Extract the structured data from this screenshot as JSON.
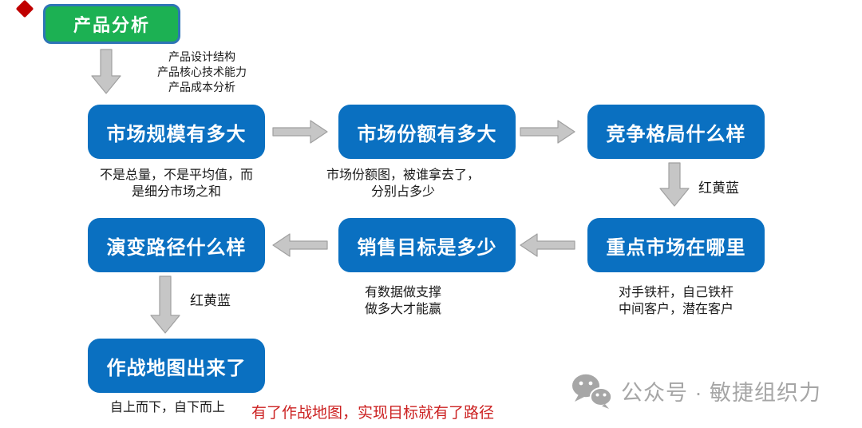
{
  "colors": {
    "blue": "#0A70C1",
    "green": "#1CB153",
    "green_border": "#2E75B6",
    "arrow_fill": "#C6C6C6",
    "arrow_stroke": "#A0A0A0",
    "text": "#1A1A1A",
    "red_note": "#CC2222",
    "footer_gray": "#A6A6A6",
    "diamond": "#C00000"
  },
  "flow": {
    "start_label": "产品分析",
    "start_note": "产品设计结构\n产品核心技术能力\n产品成本分析",
    "row1": [
      {
        "label": "市场规模有多大",
        "caption": "不是总量，不是平均值，而\n是细分市场之和"
      },
      {
        "label": "市场份额有多大",
        "caption": "市场份额图，被谁拿去了，\n分别占多少"
      },
      {
        "label": "竞争格局什么样"
      }
    ],
    "row1_edge_label": "红黄蓝",
    "row2": [
      {
        "label": "演变路径什么样"
      },
      {
        "label": "销售目标是多少",
        "caption": "有数据做支撑\n做多大才能赢"
      },
      {
        "label": "重点市场在哪里",
        "caption": "对手铁杆，自己铁杆\n中间客户，潜在客户"
      }
    ],
    "row2_edge_label": "红黄蓝",
    "final_label": "作战地图出来了",
    "final_caption": "自上而下，自下而上",
    "conclusion_note": "有了作战地图，实现目标就有了路径"
  },
  "footer": {
    "label": "公众号 · 敏捷组织力"
  }
}
